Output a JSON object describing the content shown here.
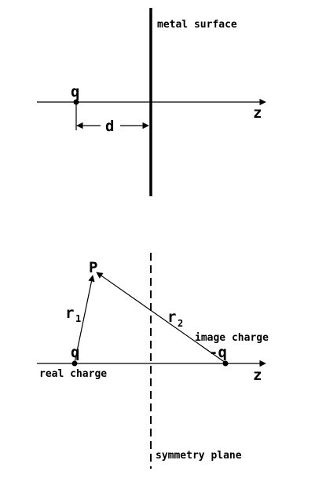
{
  "top": {
    "surface_label": "metal surface",
    "charge_label": "q",
    "distance_label": "d",
    "axis_label": "z"
  },
  "bottom": {
    "point_label": "P",
    "r1_main": "r",
    "r1_sub": "1",
    "r2_main": "r",
    "r2_sub": "2",
    "image_charge_text": "image charge",
    "image_charge_symbol": "-q",
    "real_charge_symbol": "q",
    "real_charge_text": "real charge",
    "axis_label": "z",
    "plane_label": "symmetry plane"
  }
}
